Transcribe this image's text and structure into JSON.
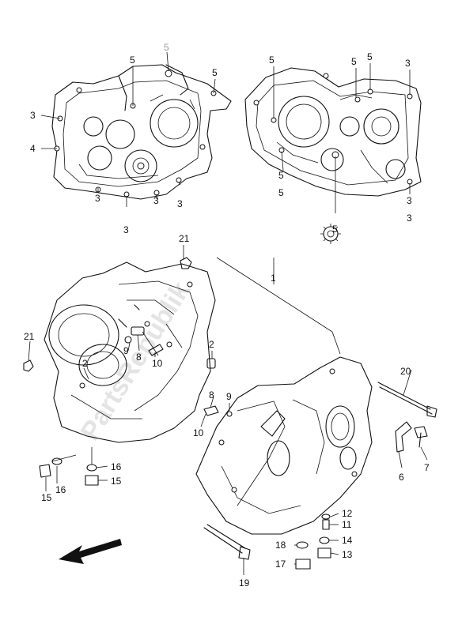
{
  "watermark": {
    "text": "PartsRepublik"
  },
  "callouts": {
    "top_left": [
      "5",
      "5",
      "5",
      "3",
      "4",
      "3",
      "3",
      "3",
      "3"
    ],
    "top_left_faded": "5",
    "top_right": [
      "5",
      "5",
      "5",
      "3",
      "3",
      "5",
      "5",
      "3",
      "5"
    ],
    "main": [
      "1",
      "2",
      "2",
      "8",
      "9",
      "8",
      "9",
      "10",
      "10",
      "6",
      "7",
      "11",
      "12",
      "13",
      "14",
      "15",
      "15",
      "16",
      "16",
      "17",
      "18",
      "19",
      "20",
      "21",
      "21"
    ]
  },
  "icons": {
    "gear": "gear-icon",
    "direction": "front-arrow-icon"
  }
}
